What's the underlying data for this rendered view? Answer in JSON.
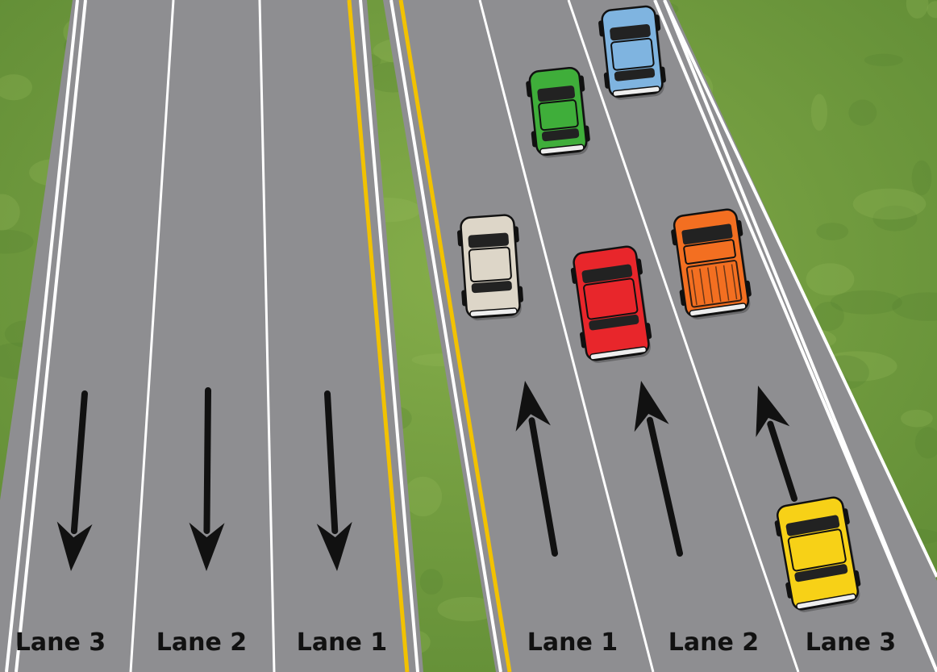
{
  "colors": {
    "grass": "#6f9a3c",
    "road": "#8e8e91",
    "lane_line": "#ffffff",
    "center_line": "#f2c200",
    "arrow": "#111111",
    "label": "#111111"
  },
  "left_roadway": {
    "direction": "down",
    "lanes": [
      {
        "label": "Lane 3"
      },
      {
        "label": "Lane 2"
      },
      {
        "label": "Lane 1"
      }
    ]
  },
  "right_roadway": {
    "direction": "up",
    "lanes": [
      {
        "label": "Lane 1"
      },
      {
        "label": "Lane 2"
      },
      {
        "label": "Lane 3"
      }
    ]
  },
  "vehicles": [
    {
      "name": "car-green",
      "type": "sedan",
      "color": "#3fae3a"
    },
    {
      "name": "car-blue",
      "type": "sedan",
      "color": "#7fb4e0"
    },
    {
      "name": "car-white",
      "type": "sedan",
      "color": "#ddd6c8"
    },
    {
      "name": "car-red",
      "type": "sedan",
      "color": "#e8262b"
    },
    {
      "name": "truck-orange",
      "type": "pickup",
      "color": "#f36f21"
    },
    {
      "name": "car-yellow",
      "type": "sedan",
      "color": "#f7d117"
    }
  ]
}
